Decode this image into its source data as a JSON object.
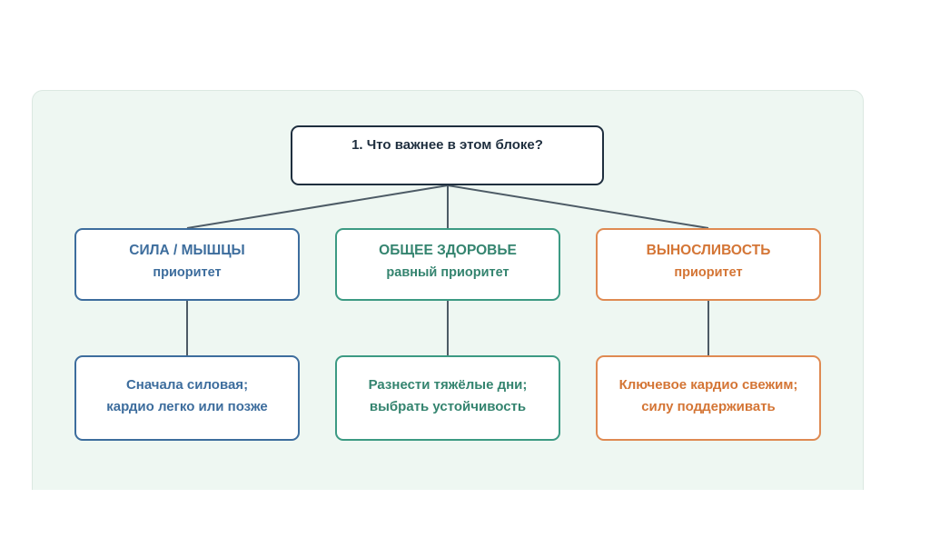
{
  "root": {
    "label": "1. Что важнее в этом блоке?"
  },
  "categories": [
    {
      "title": "СИЛА / МЫШЦЫ",
      "subtitle": "приоритет",
      "result_line1": "Сначала силовая;",
      "result_line2": "кардио легко или позже",
      "color": "#3d6d9d"
    },
    {
      "title": "ОБЩЕЕ ЗДОРОВЬЕ",
      "subtitle": "равный приоритет",
      "result_line1": "Разнести тяжёлые дни;",
      "result_line2": "выбрать устойчивость",
      "color": "#34846f"
    },
    {
      "title": "ВЫНОСЛИВОСТЬ",
      "subtitle": "приоритет",
      "result_line1": "Ключевое кардио свежим;",
      "result_line2": "силу поддерживать",
      "color": "#d47535"
    }
  ],
  "colors": {
    "panel_background": "#eef7f2",
    "connector": "#4d5b66",
    "root_border": "#1f2f3f"
  }
}
